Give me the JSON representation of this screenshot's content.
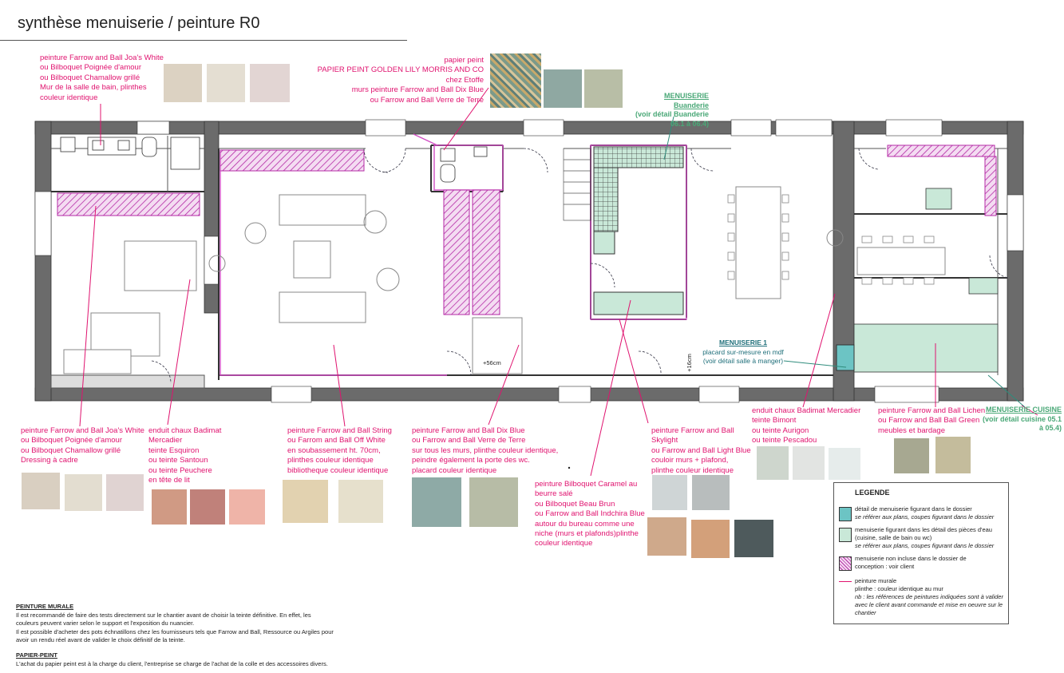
{
  "page_title": "synthèse menuiserie / peinture R0",
  "notes": {
    "bath_top": [
      "peinture Farrow and Ball Joa's White",
      "ou Bilboquet Poignée d'amour",
      "ou Bilboquet Chamallow grillé",
      "Mur de la salle de bain, plinthes",
      "couleur identique"
    ],
    "wallpaper": [
      "papier peint",
      "PAPIER PEINT GOLDEN LILY MORRIS AND CO",
      "chez Etoffe",
      "murs peinture Farrow and Ball Dix Blue",
      "ou Farrow and Ball Verre de Terre"
    ],
    "dressing": [
      "peinture Farrow and Ball Joa's White",
      "ou Bilboquet Poignée d'amour",
      "ou Bilboquet Chamallow grillé",
      "Dressing à cadre"
    ],
    "bedroom": [
      "enduit chaux Badimat",
      "Mercadier",
      "teinte Esquiron",
      "ou teinte Santoun",
      "ou teinte Peuchere",
      "en tête de lit"
    ],
    "living": [
      "peinture Farrow and Ball String",
      "ou Farrom and Ball Off White",
      "en soubassement ht. 70cm,",
      "plinthes couleur identique",
      "bibliotheque couleur identique"
    ],
    "office": [
      "peinture Farrow and Ball Dix Blue",
      "ou Farrow and Ball Verre de Terre",
      "sur tous les murs, plinthe couleur identique,",
      "peindre également la porte des wc.",
      "placard couleur identique"
    ],
    "niche": [
      "peinture Bilboquet Caramel au",
      "beurre salé",
      "ou Bilboquet Beau Brun",
      "ou Farrow and Ball Indchira Blue",
      "autour du bureau comme une",
      "niche (murs et plafonds)plinthe",
      "couleur identique"
    ],
    "corridor": [
      "peinture Farrow and Ball",
      "Skylight",
      "ou Farrow and Ball Light Blue",
      "couloir murs + plafond,",
      "plinthe couleur identique"
    ],
    "dining": [
      "enduit chaux Badimat Mercadier",
      "teinte Bimont",
      "ou teinte Aurigon",
      "ou teinte Pescadou"
    ],
    "kitchen": [
      "peinture Farrow and Ball Lichen",
      "ou Farrow and Ball Ball Green",
      "meubles et bardage"
    ]
  },
  "menuiserie_labels": {
    "buanderie_title": "MENUISERIE Buanderie",
    "buanderie_lines": [
      "(voir détail Buanderie",
      "06.1 à 06.4)"
    ],
    "m1_title": "MENUISERIE 1",
    "m1_lines": [
      "placard sur-mesure en mdf",
      "(voir détail salle à manger)"
    ],
    "cuisine_title": "MENUISERIE CUISINE",
    "cuisine_lines": [
      "(voir détail cuisine 05.1",
      "à 05.4)"
    ]
  },
  "plan_labels": {
    "dim_56": "+56cm",
    "dim_16": "+16cm"
  },
  "legend": {
    "title": "LEGENDE",
    "items": [
      {
        "lines": [
          "détail de menuiserie figurant dans le dossier"
        ],
        "italic": [
          "se référer aux plans, coupes figurant dans le dossier"
        ]
      },
      {
        "lines": [
          "menuiserie figurant dans les détail des pièces d'eau",
          "(cuisine, salle de bain ou wc)"
        ],
        "italic": [
          "se référer aux plans, coupes figurant dans le dossier"
        ]
      },
      {
        "lines": [
          "menuiserie non incluse dans le dossier de",
          "conception : voir client"
        ],
        "italic": []
      },
      {
        "lines": [
          "peinture murale",
          "plinthe : couleur identique au mur"
        ],
        "italic": [
          "nb : les références de peintures indiquées sont à valider",
          "avec le client avant commande et mise en oeuvre sur le",
          "chantier"
        ]
      }
    ],
    "colors": {
      "teal": "#6cc4c4",
      "mint": "#c9e8d8",
      "hatch": "#d77bd0",
      "line": "#e0136f"
    }
  },
  "footer": {
    "peinture_title": "PEINTURE MURALE",
    "peinture_lines": [
      "Il est recommandé de faire des tests directement sur le chantier avant de choisir la teinte définitive. En effet, les",
      "couleurs peuvent varier selon le support et l'exposition du nuancier.",
      "Il est possible d'acheter des pots échnatillons chez les fournisseurs tels que Farrow and Ball, Ressource ou Argiles pour",
      "avoir un rendu réel avant de valider le choix définitif de la teinte."
    ],
    "papier_title": "PAPIER-PEINT",
    "papier_lines": [
      "L'achat du papier peint est à la charge du client, l'entreprise se charge de l'achat de la colle et des accessoires divers."
    ]
  },
  "swatch_colors": {
    "bath_top": [
      "#dcd2c2",
      "#e4ded2",
      "#e2d5d3"
    ],
    "wallpaper": [
      "#8fa8a2",
      "#b8bea6"
    ],
    "dressing": [
      "#d9cfc1",
      "#e3ddd0",
      "#e0d3d2"
    ],
    "bedroom": [
      "#d09a84",
      "#c0817a",
      "#efb4a8"
    ],
    "living": [
      "#e2d2b0",
      "#e6e0cc"
    ],
    "office": [
      "#8eaaa6",
      "#b7bca6"
    ],
    "corridor_top": [
      "#cfd5d6",
      "#b8bdbd"
    ],
    "corridor_bottom": [
      "#cfa98b",
      "#d3a07a",
      "#4e5a5c"
    ],
    "dining": [
      "#ced6cd",
      "#e2e4e2",
      "#e6eceb"
    ],
    "kitchen": [
      "#a7a891",
      "#c4bc9c"
    ]
  }
}
